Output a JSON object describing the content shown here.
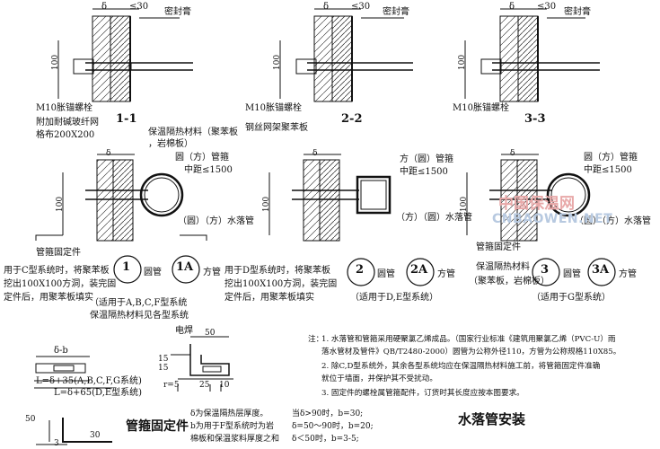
{
  "sections": {
    "s11": {
      "label": "1-1",
      "delta": "δ",
      "dim30": "≤30",
      "sealant": "密封膏",
      "bolt": "M10胀锚螺栓",
      "mesh1": "附加耐碱玻纤网",
      "mesh2": "格布200X200",
      "h100": "100"
    },
    "s22": {
      "label": "2-2",
      "delta": "δ",
      "dim30": "≤30",
      "sealant": "密封膏",
      "bolt": "M10胀锚螺栓",
      "board": "钢丝网架聚苯板",
      "h100": "100"
    },
    "s33": {
      "label": "3-3",
      "delta": "δ",
      "dim30": "≤30",
      "sealant": "密封膏",
      "bolt": "M10胀锚螺栓",
      "h100": "100"
    }
  },
  "details": {
    "d1": {
      "insul1": "保温隔热材料（聚苯板",
      "insul2": "，岩棉板）",
      "pipe_type": "圆（方）管箍",
      "spacing": "中距≤1500",
      "downpipe": "（圆）（方）水落管",
      "fixing": "管箍固定件",
      "delta": "δ",
      "h100": "100",
      "note1": "用于C型系统时，将聚苯板",
      "note2": "挖出100X100方洞，装完固",
      "note3": "定件后，用聚苯板填实",
      "num": "1",
      "numA": "1A",
      "round": "圆管",
      "square": "方管",
      "applies1": "（适用于A,B,C,F型系统",
      "applies2": "保温隔热材料见各型系统"
    },
    "d2": {
      "pipe_type": "方（圆）管箍",
      "spacing": "中距≤1500",
      "downpipe": "（方）（圆）水落管",
      "delta": "δ",
      "h100": "100",
      "note1": "用于D型系统时，将聚苯板",
      "note2": "挖出100X100方洞，装完固",
      "note3": "定件后，用聚苯板填实",
      "num": "2",
      "numA": "2A",
      "round": "圆管",
      "square": "方管",
      "applies": "（适用于D,E型系统）"
    },
    "d3": {
      "pipe_type": "圆（方）管箍",
      "spacing": "中距≤1500",
      "downpipe": "（圆）（方）水落管",
      "fixing": "管箍固定件",
      "insul1": "保温隔热材料",
      "insul2": "（聚苯板，岩棉板）",
      "delta": "δ",
      "h100": "100",
      "num": "3",
      "numA": "3A",
      "round": "圆管",
      "square": "方管",
      "applies": "（适用于G型系统）"
    }
  },
  "parts": {
    "d_minus_b": "δ-b",
    "formula1": "L=δ+35(A,B,C,F,G系统)",
    "formula2": "L=δ+65(D,E型系统)",
    "weld": "电焊",
    "dim50": "50",
    "dim15a": "15",
    "dim15b": "15",
    "r5": "r=5",
    "dim25": "25",
    "dim10": "10",
    "dim3": "3",
    "dim50v": "50",
    "dim30": "30",
    "title": "管箍固定件"
  },
  "explain": {
    "line1": "δ为保温隔热层厚度。",
    "line2": "b为用于F型系统时为岩",
    "line3": "棉板和保温浆料厚度之和",
    "c1": "当δ>90时，b=30;",
    "c2": "δ=50～90时，b=20;",
    "c3": "δ＜50时，b=3-5;"
  },
  "notes": {
    "label": "注：",
    "n1a": "1.   水落管和管箍采用硬聚氯乙烯成品。（国家行业标准《建筑用聚氯乙烯（PVC-U）雨",
    "n1b": "      落水管材及管件》QB/T2480-2000）圆管为公称外径110，方管为公称规格110X85。",
    "n2a": "2.   除C,D型系统外，其余各型系统均应在保温隔热材料施工前，将管箍固定件准确",
    "n2b": "      就位于墙面，并保护其不受扰动。",
    "n3": "3.   固定件的螺栓属管箍配件，订货时其长度应按本图要求。"
  },
  "main_title": "水落管安装",
  "watermark": {
    "cn": "中国保温网",
    "en": "CNBAOWEN.NET"
  }
}
